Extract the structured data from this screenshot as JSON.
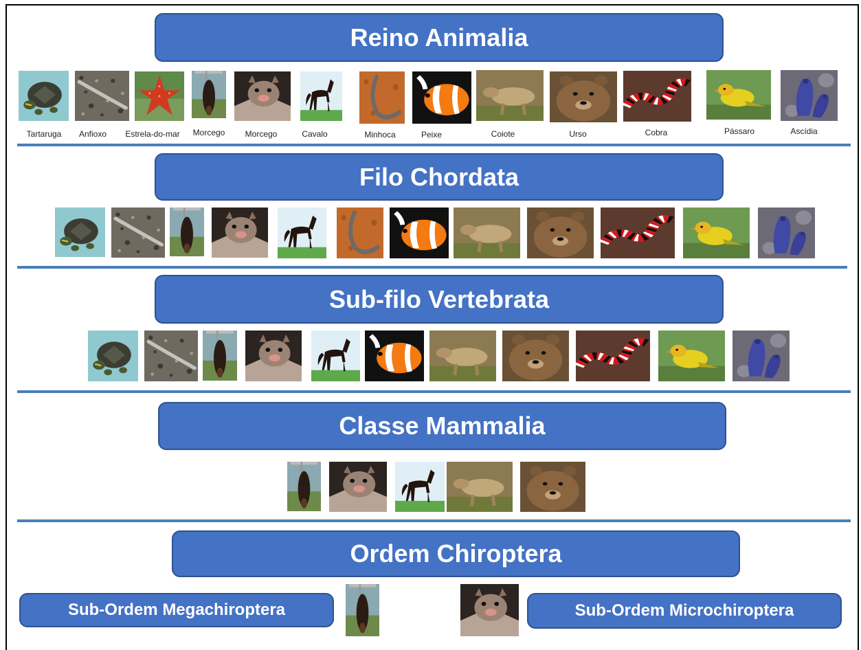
{
  "colors": {
    "banner_fill": "#4472c4",
    "banner_text": "#ffffff",
    "divider": "#4a7ebb"
  },
  "levels": {
    "reino": {
      "title": "Reino Animalia"
    },
    "filo": {
      "title": "Filo Chordata"
    },
    "subfilo": {
      "title": "Sub-filo Vertebrata"
    },
    "classe": {
      "title": "Classe Mammalia"
    },
    "ordem": {
      "title": "Ordem Chiroptera",
      "sub_left": "Sub-Ordem Megachiroptera",
      "sub_right": "Sub-Ordem Microchiroptera"
    }
  },
  "captions": [
    "Tartaruga",
    "Anfioxo",
    "Estrela-do-mar",
    "Morcego",
    "Morcego",
    "Cavalo",
    "Minhoca",
    "Peixe",
    "Coiote",
    "Urso",
    "Cobra",
    "Pássaro",
    "Ascídia"
  ],
  "rows": {
    "reino": [
      "turtle",
      "lancelet",
      "starfish",
      "fruit-bat",
      "vampire-bat",
      "horse",
      "earthworm",
      "clownfish",
      "coyote",
      "bear",
      "snake",
      "bird",
      "sea-squirt"
    ],
    "filo": [
      "turtle",
      "lancelet",
      "fruit-bat",
      "vampire-bat",
      "horse",
      "earthworm",
      "clownfish",
      "coyote",
      "bear",
      "snake",
      "bird",
      "sea-squirt"
    ],
    "subfilo": [
      "turtle",
      "lancelet",
      "fruit-bat",
      "vampire-bat",
      "horse",
      "clownfish",
      "coyote",
      "bear",
      "snake",
      "bird",
      "sea-squirt"
    ],
    "classe": [
      "fruit-bat",
      "vampire-bat",
      "horse",
      "coyote",
      "bear"
    ],
    "ordem": [
      "fruit-bat",
      "vampire-bat"
    ]
  }
}
